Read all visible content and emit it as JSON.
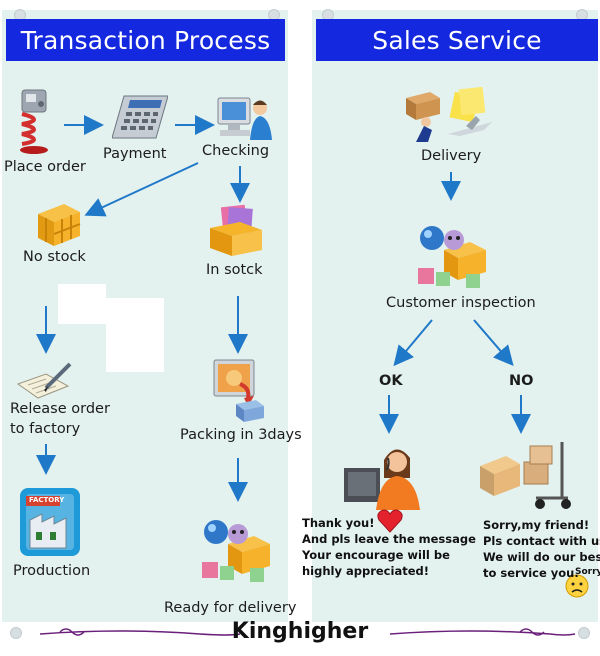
{
  "transaction": {
    "title": "Transaction Process",
    "steps": {
      "place_order": "Place order",
      "payment": "Payment",
      "checking": "Checking",
      "no_stock": "No stock",
      "in_stock": "In sotck",
      "release_line1": "Release order",
      "release_line2": "to factory",
      "packing": "Packing in 3days",
      "production": "Production",
      "ready": "Ready for delivery"
    },
    "factory_sign": "FACTORY"
  },
  "sales": {
    "title": "Sales Service",
    "steps": {
      "delivery": "Delivery",
      "inspection": "Customer inspection",
      "ok": "OK",
      "no": "NO"
    },
    "ok_message": [
      "Thank you!",
      "And pls leave the message",
      "Your encourage will be",
      "highly appreciated!"
    ],
    "no_message": [
      "Sorry,my friend!",
      "Pls contact with us",
      "We will do our best",
      "to service you."
    ],
    "sorry_badge": "Sorry"
  },
  "brand": "Kinghigher",
  "colors": {
    "header_bg": "#1428e0",
    "panel_bg": "#e3f2ef",
    "arrow": "#1f78c8"
  }
}
